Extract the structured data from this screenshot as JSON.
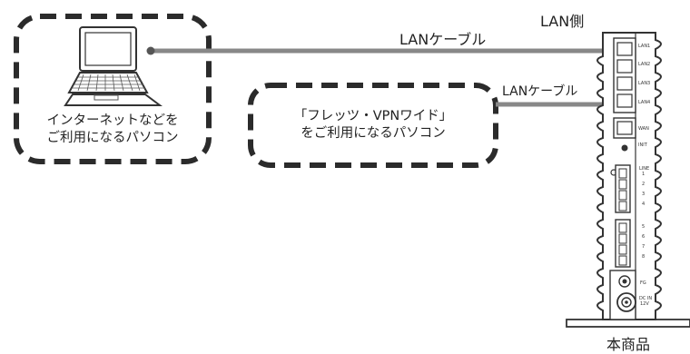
{
  "labels": {
    "pc_group_line1": "インターネットなどを",
    "pc_group_line2": "ご利用になるパソコン",
    "vpn_group_line1": "「フレッツ・VPNワイド」",
    "vpn_group_line2": "をご利用になるパソコン",
    "lan_side": "LAN側",
    "lan_cable_top": "LANケーブル",
    "lan_cable_mid": "LANケーブル",
    "product": "本商品"
  },
  "device": {
    "lan_ports": [
      "LAN1",
      "LAN2",
      "LAN3",
      "LAN4"
    ],
    "wan": "WAN",
    "init": "INIT",
    "line_label": "LINE",
    "line_numbers": [
      "1",
      "2",
      "3",
      "4",
      "5",
      "6",
      "7",
      "8"
    ],
    "fg": "FG",
    "dc_in": "DC IN",
    "dc_v": "12V"
  },
  "colors": {
    "cable": "#888888",
    "cable_dot": "#555555",
    "dash": "#2b2b2b",
    "device_fill": "#ffffff",
    "device_stroke": "#333333"
  },
  "icons": [
    "laptop-icon",
    "router-icon"
  ]
}
